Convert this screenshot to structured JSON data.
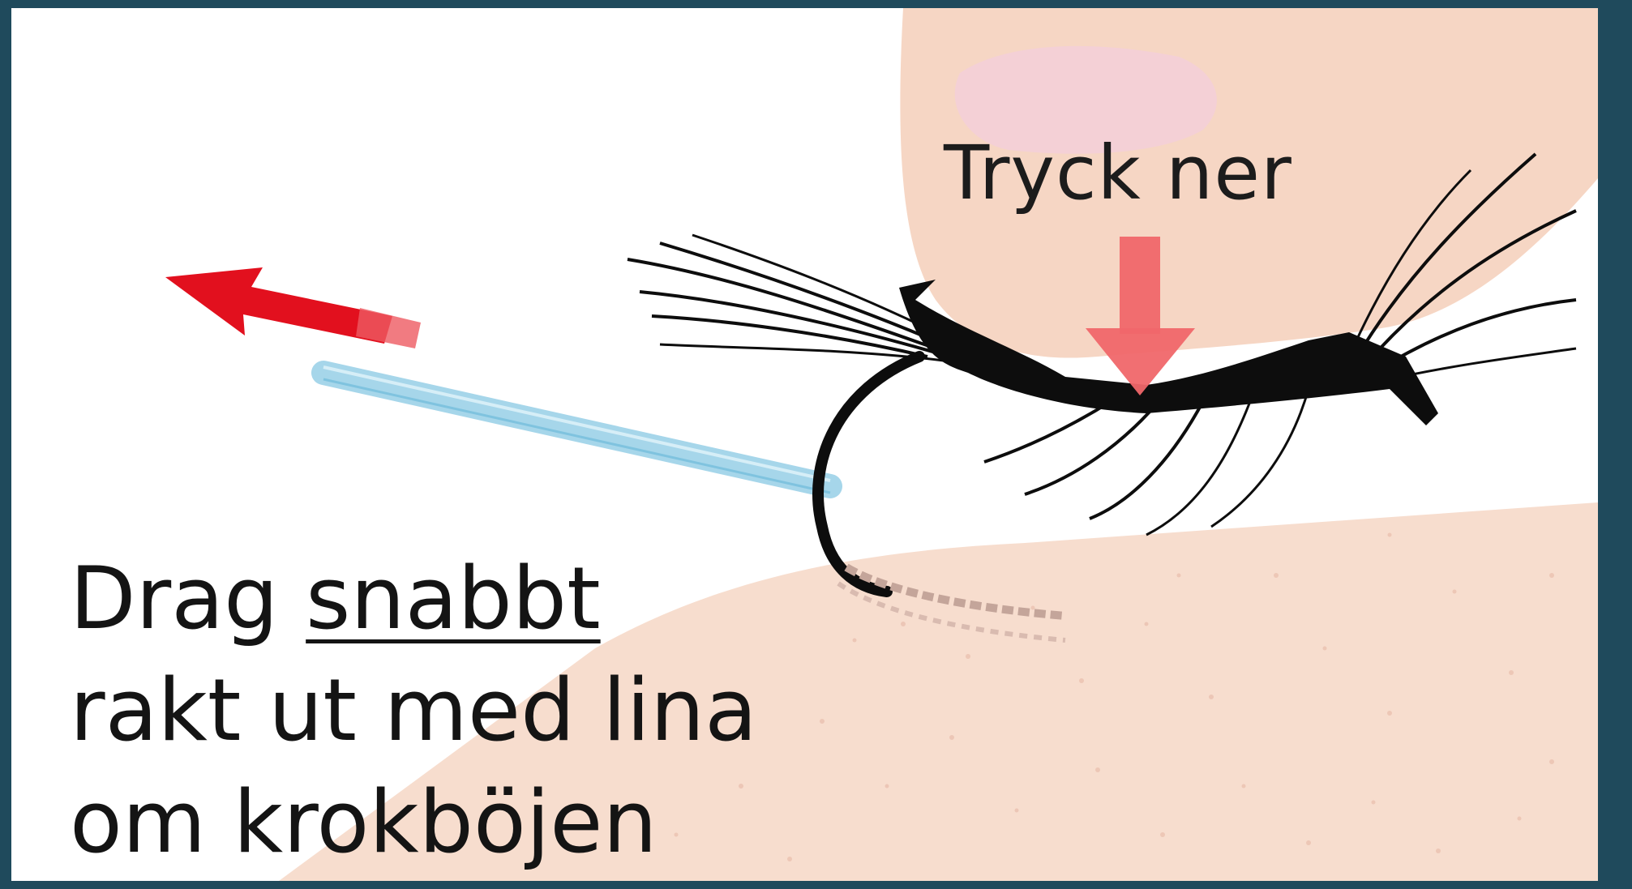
{
  "diagram": {
    "press_label": "Tryck ner",
    "instruction": {
      "word_drag": "Drag",
      "word_fast": "snabbt",
      "line2": "rakt ut med lina",
      "line3": "om krokböjen"
    },
    "icons": {
      "pull_arrow": "red-arrow-icon",
      "press_arrow": "red-down-arrow-icon",
      "fly": "fly-hook-icon",
      "finger": "finger-icon",
      "line": "fishing-line-icon",
      "skin": "skin-icon"
    },
    "colors": {
      "frame": "#1f4a5c",
      "background": "#ffffff",
      "skin": "#f6dccd",
      "finger": "#f5d5c2",
      "fingernail": "#f3cfd4",
      "fly": "#0d0d0d",
      "pull_arrow": "#e2101e",
      "press_arrow": "#f0676a",
      "line": "#9fd2e8"
    }
  }
}
